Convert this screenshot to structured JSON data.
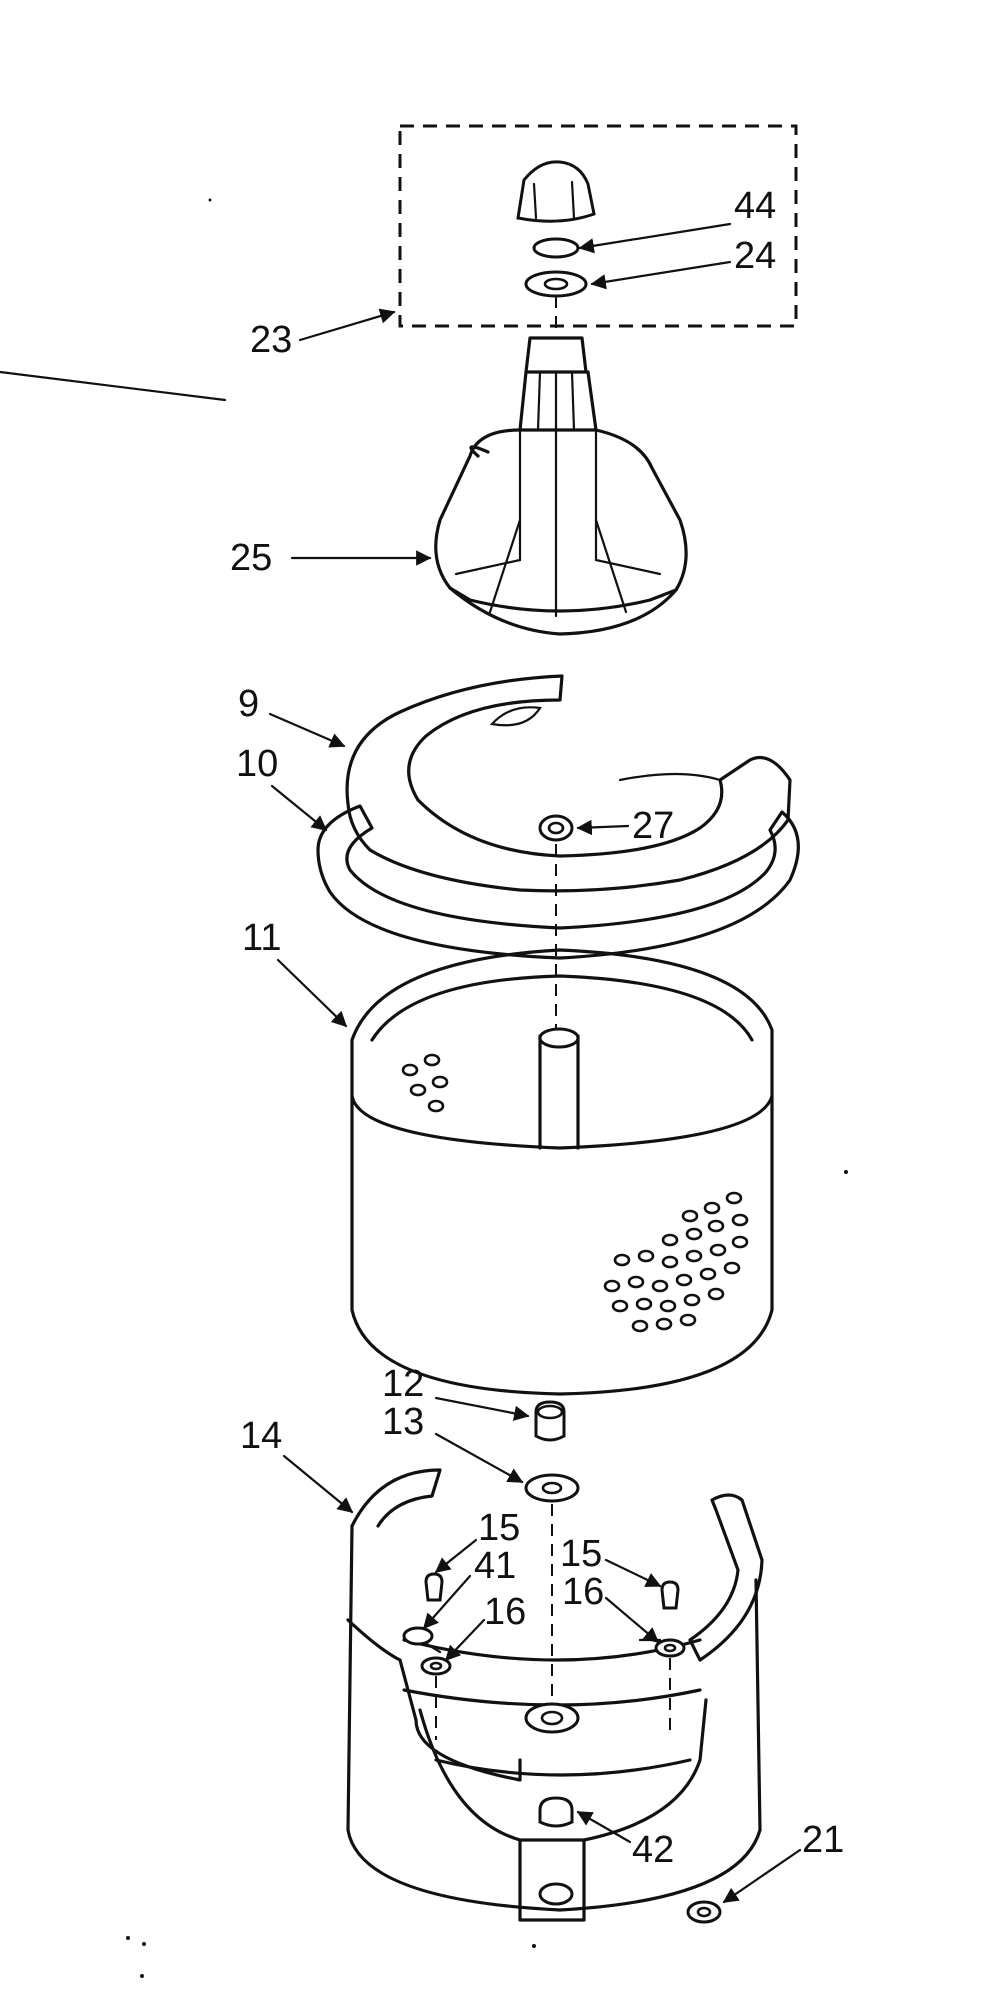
{
  "diagram": {
    "callouts": {
      "c44": "44",
      "c24": "24",
      "c23": "23",
      "c25": "25",
      "c9": "9",
      "c10": "10",
      "c27": "27",
      "c11": "11",
      "c12": "12",
      "c13": "13",
      "c14": "14",
      "c15a": "15",
      "c41": "41",
      "c16a": "16",
      "c15b": "15",
      "c16b": "16",
      "c42": "42",
      "c21": "21"
    }
  }
}
